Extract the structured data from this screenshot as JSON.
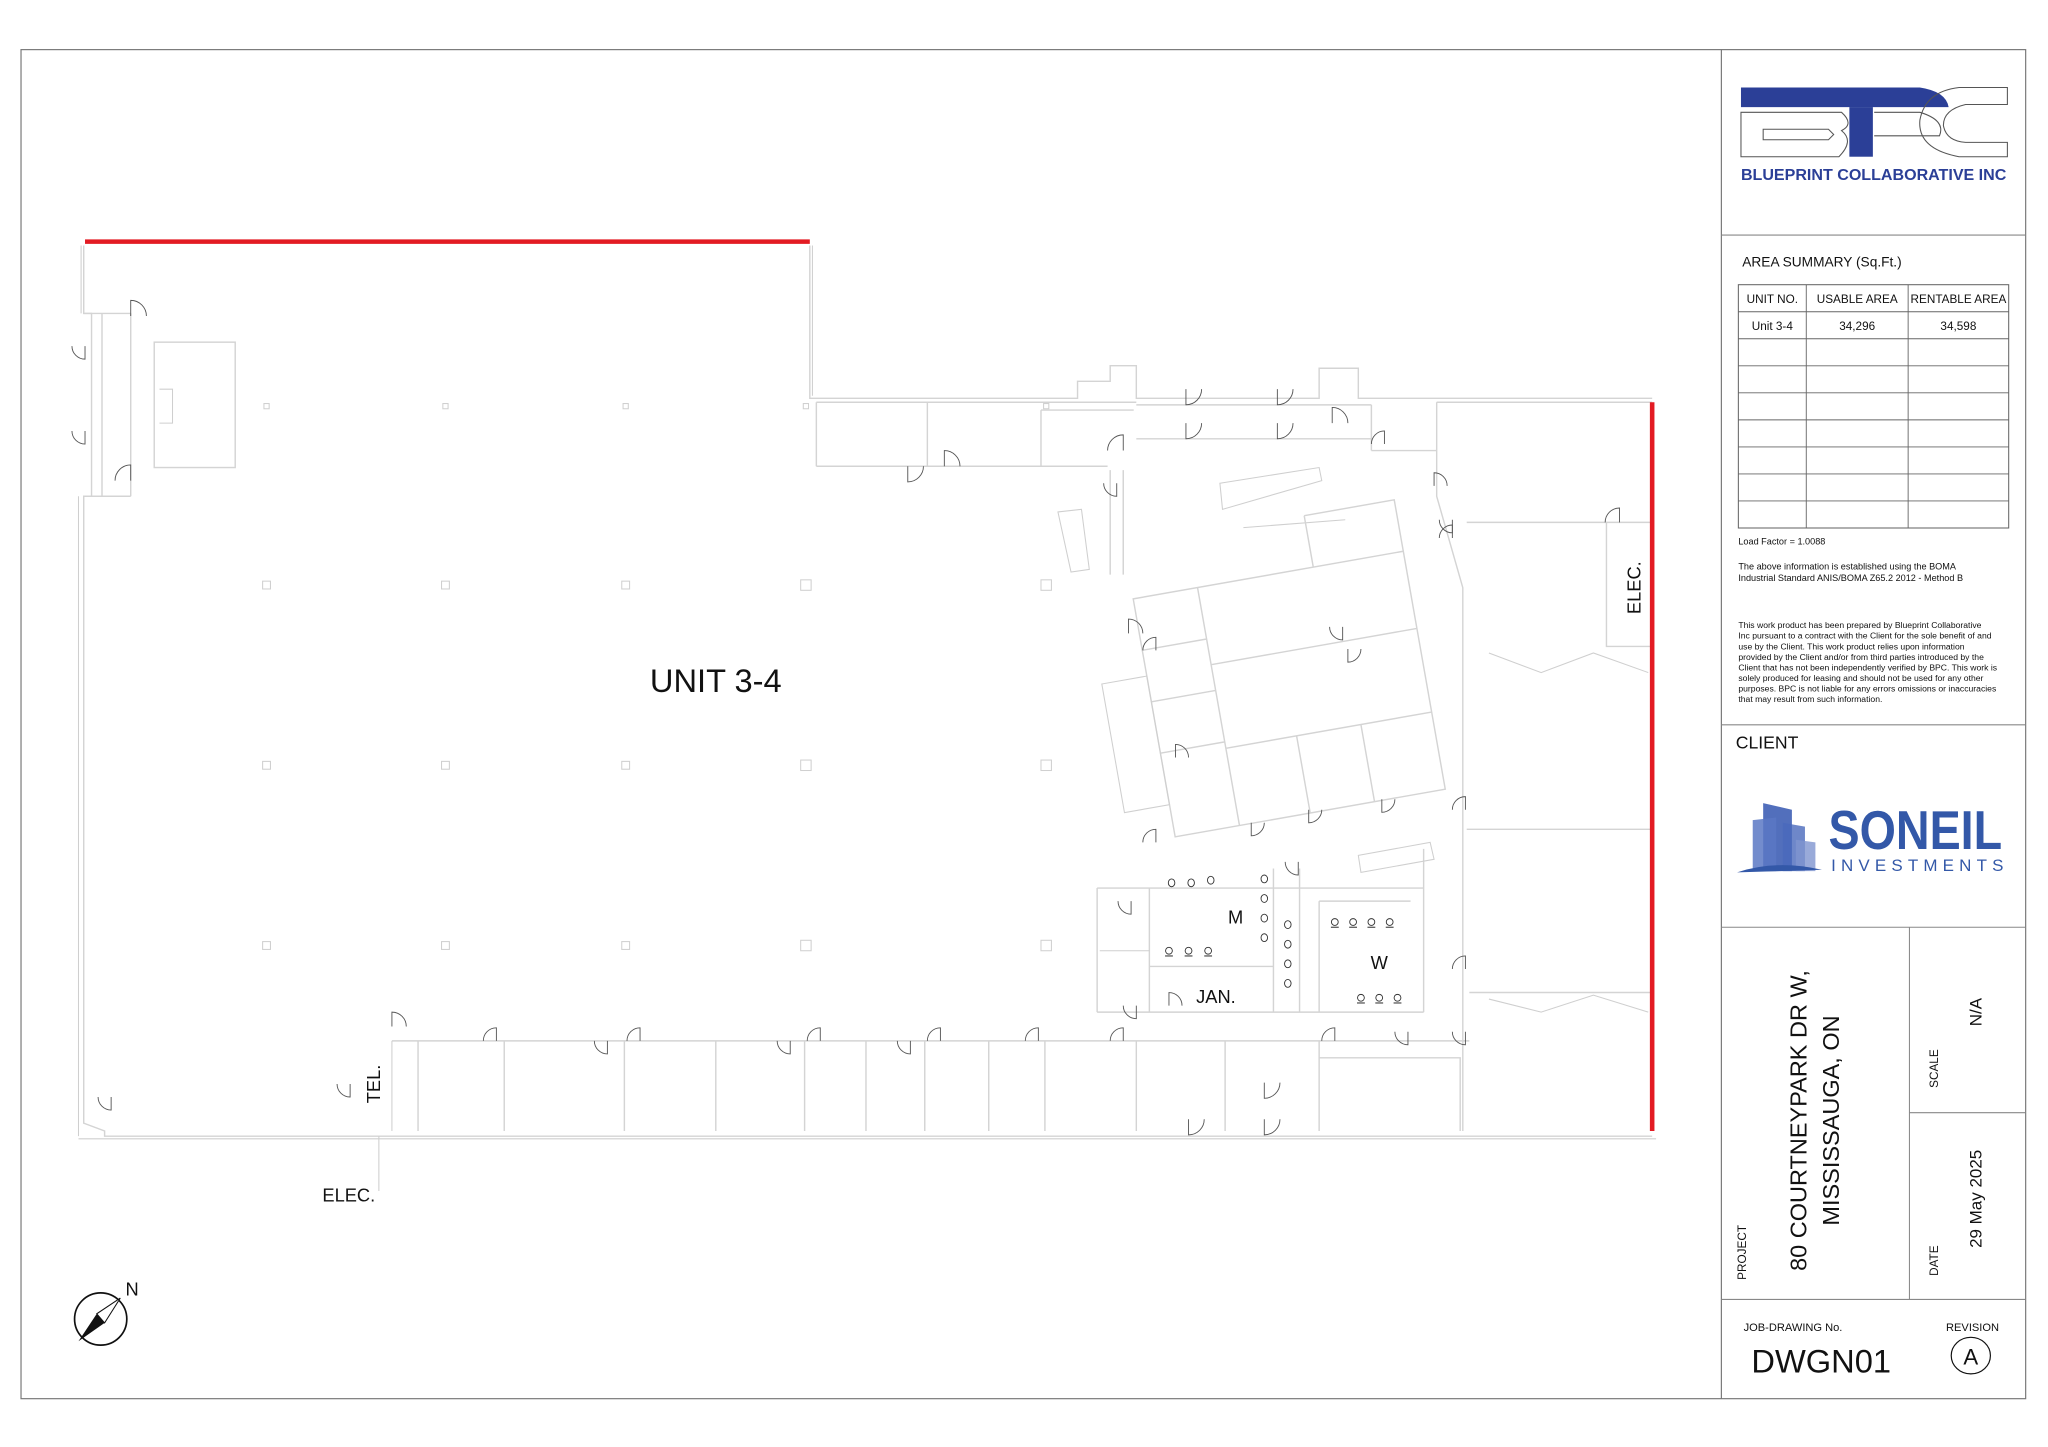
{
  "plan": {
    "unit_label": "UNIT 3-4",
    "room_labels": {
      "elec_right": "ELEC.",
      "elec_bottom": "ELEC.",
      "tel": "TEL.",
      "mens": "M",
      "womens": "W",
      "janitor": "JAN."
    },
    "compass_label": "N",
    "demising_line_color": "#e31b23"
  },
  "title_block": {
    "firm_logo": {
      "letters": "BPC",
      "name": "BLUEPRINT COLLABORATIVE INC",
      "color": "#2b3f97"
    },
    "area_summary": {
      "title": "AREA SUMMARY (Sq.Ft.)",
      "columns": [
        "UNIT NO.",
        "USABLE AREA",
        "RENTABLE AREA"
      ],
      "rows": [
        [
          "Unit 3-4",
          "34,296",
          "34,598"
        ],
        [
          "",
          "",
          ""
        ],
        [
          "",
          "",
          ""
        ],
        [
          "",
          "",
          ""
        ],
        [
          "",
          "",
          ""
        ],
        [
          "",
          "",
          ""
        ],
        [
          "",
          "",
          ""
        ],
        [
          "",
          "",
          ""
        ]
      ],
      "load_factor": "Load Factor = 1.0088",
      "standard_note": [
        "The above information is established using the BOMA",
        "Industrial Standard ANIS/BOMA Z65.2 2012 - Method B"
      ],
      "disclaimer": [
        "This work product has been prepared by Blueprint Collaborative",
        "Inc pursuant to a contract with the Client for the sole benefit of and",
        "use by the Client. This work product relies upon information",
        "provided by the Client and/or from third parties introduced by the",
        "Client that has not been independently verified by BPC. This work is",
        "solely produced for leasing and should not be used for any other",
        "purposes. BPC is not liable for any errors omissions or inaccuracies",
        "that may result from such information."
      ]
    },
    "client": {
      "label": "CLIENT",
      "logo_name": "SONEIL",
      "logo_sub": "INVESTMENTS",
      "color": "#3358a8"
    },
    "project": {
      "label": "PROJECT",
      "address_line1": "80 COURTNEYPARK DR W,",
      "address_line2": "MISSISSAUGA, ON"
    },
    "scale": {
      "label": "SCALE",
      "value": "N/A"
    },
    "date": {
      "label": "DATE",
      "value": "29 May 2025"
    },
    "job": {
      "label": "JOB-DRAWING No.",
      "value": "DWGN01"
    },
    "revision": {
      "label": "REVISION",
      "value": "A"
    }
  }
}
